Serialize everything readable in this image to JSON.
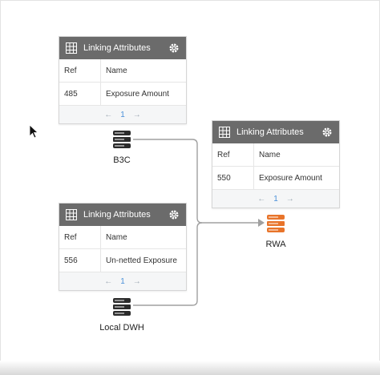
{
  "cards": [
    {
      "id": "card-b3c",
      "title": "Linking Attributes",
      "col_ref": "Ref",
      "col_name": "Name",
      "row_ref": "485",
      "row_name": "Exposure Amount",
      "pager": {
        "prev": "←",
        "page": "1",
        "next": "→"
      }
    },
    {
      "id": "card-local-dwh",
      "title": "Linking Attributes",
      "col_ref": "Ref",
      "col_name": "Name",
      "row_ref": "556",
      "row_name": "Un-netted Exposure",
      "pager": {
        "prev": "←",
        "page": "1",
        "next": "→"
      }
    },
    {
      "id": "card-rwa",
      "title": "Linking Attributes",
      "col_ref": "Ref",
      "col_name": "Name",
      "row_ref": "550",
      "row_name": "Exposure Amount",
      "pager": {
        "prev": "←",
        "page": "1",
        "next": "→"
      }
    }
  ],
  "nodes": {
    "b3c": {
      "label": "B3C",
      "icon": "database-icon",
      "color": "#2b2b2b"
    },
    "local_dwh": {
      "label": "Local DWH",
      "icon": "database-icon",
      "color": "#2b2b2b"
    },
    "rwa": {
      "label": "RWA",
      "icon": "database-icon",
      "color": "#e8742a"
    }
  },
  "colors": {
    "header_bg": "#6b6b6b",
    "connector": "#9b9b9b",
    "pager_active": "#4a90d9"
  }
}
